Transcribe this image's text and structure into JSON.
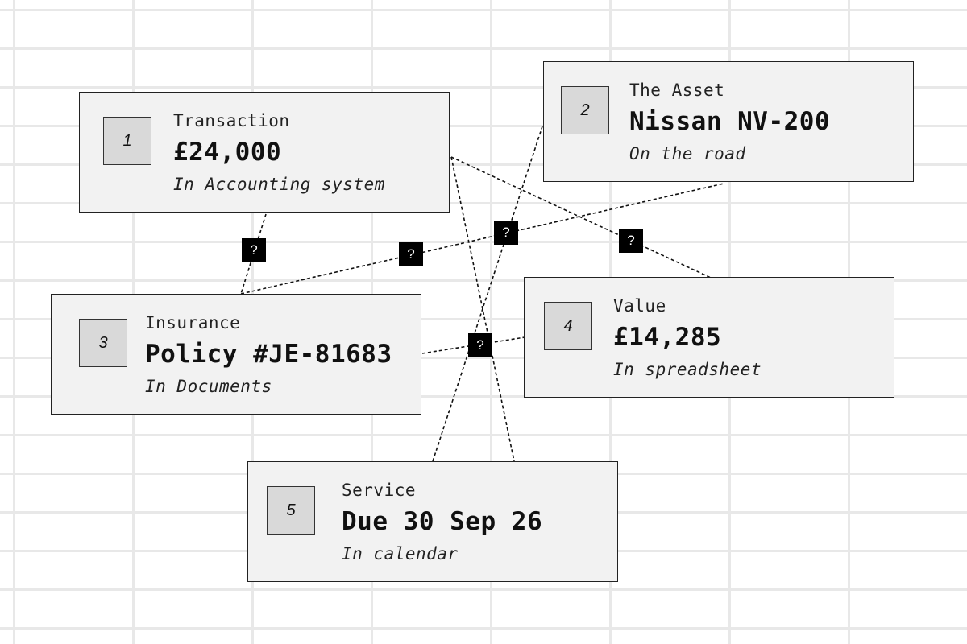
{
  "cards": [
    {
      "id": "1",
      "number": "1",
      "label": "Transaction",
      "value": "£24,000",
      "source": "In Accounting system"
    },
    {
      "id": "2",
      "number": "2",
      "label": "The Asset",
      "value": "Nissan NV-200",
      "source": "On the road"
    },
    {
      "id": "3",
      "number": "3",
      "label": "Insurance",
      "value": "Policy #JE-81683",
      "source": "In Documents"
    },
    {
      "id": "4",
      "number": "4",
      "label": "Value",
      "value": "£14,285",
      "source": "In spreadsheet"
    },
    {
      "id": "5",
      "number": "5",
      "label": "Service",
      "value": "Due 30 Sep 26",
      "source": "In calendar"
    }
  ],
  "connections": [
    {
      "from": "1",
      "to": "3",
      "label": "?"
    },
    {
      "from": "3",
      "to": "2",
      "label": "?"
    },
    {
      "from": "5",
      "to": "2",
      "label": "?"
    },
    {
      "from": "1",
      "to": "4",
      "label": "?"
    },
    {
      "from": "3",
      "to": "4",
      "label": "?"
    },
    {
      "from": "1",
      "to": "5",
      "label": ""
    }
  ],
  "colors": {
    "card_fill": "#f2f2f2",
    "number_box_fill": "#d9d9d9",
    "badge_fill": "#000000",
    "badge_text": "#ffffff",
    "grid_line": "#e8e8e8"
  }
}
